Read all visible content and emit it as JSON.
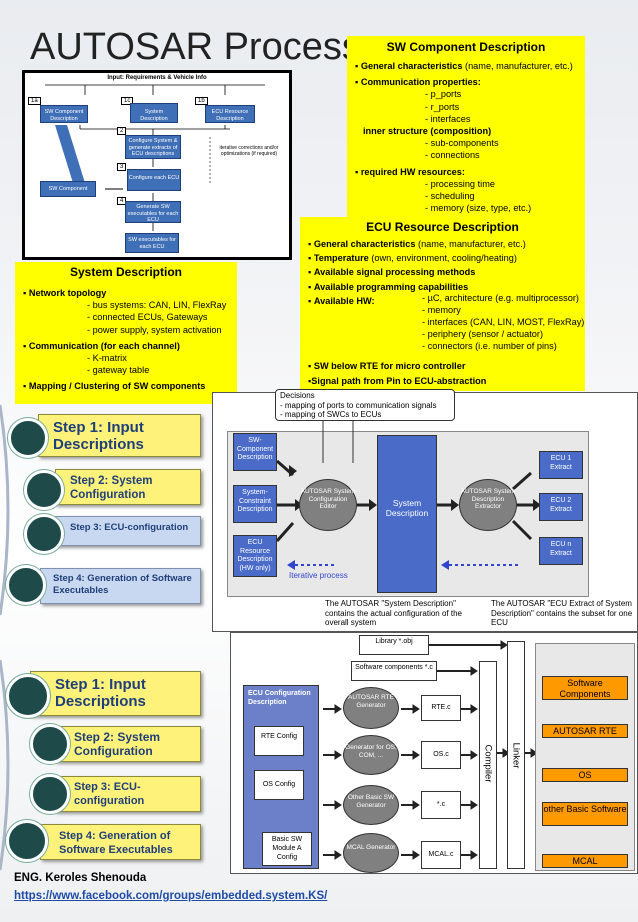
{
  "title": "AUTOSAR Process",
  "swc": {
    "title": "SW Component Description",
    "b1": "General characteristics",
    "b1_rest": "(name, manufacturer, etc.)",
    "b2": "Communication properties:",
    "comm_items": [
      "- p_ports",
      "- r_ports",
      "- interfaces"
    ],
    "inner": "inner structure (composition)",
    "inner_items": [
      "- sub-components",
      "- connections"
    ],
    "b3": "required HW resources:",
    "hw_items": [
      "- processing time",
      "- scheduling",
      "- memory (size, type, etc.)"
    ]
  },
  "ecu": {
    "title": "ECU Resource Description",
    "b1": "General characteristics",
    "b1_rest": "(name, manufacturer, etc.)",
    "b2": "Temperature",
    "b2_rest": "(own, environment, cooling/heating)",
    "b3": "Available signal processing methods",
    "b4": "Available programming capabilities",
    "b5": "Available HW:",
    "hw_items": [
      "- µC, architecture (e.g. multiprocessor)",
      "- memory",
      "- interfaces (CAN, LIN, MOST, FlexRay)",
      "- periphery (sensor / actuator)",
      "- connectors (i.e. number of pins)"
    ],
    "b6": "SW below RTE for micro controller",
    "b7": "Signal path from Pin to ECU-abstraction"
  },
  "sys": {
    "title": "System Description",
    "b1": "Network topology",
    "net_items": [
      "- bus systems: CAN, LIN, FlexRay",
      "- connected ECUs, Gateways",
      "- power supply, system activation"
    ],
    "b2": "Communication (for each channel)",
    "comm_items": [
      "- K-matrix",
      "- gateway table"
    ],
    "b3": "Mapping / Clustering of SW components"
  },
  "flow": {
    "header": "Input: Requirements & Vehicle Info",
    "n1a": "1a",
    "n1c": "1c",
    "n1b": "1b",
    "n2": "2",
    "n3": "3",
    "n4": "4",
    "swc_desc": "SW Component Description",
    "sys_desc": "System Description",
    "ecu_res": "ECU Resource Description",
    "configure_system": "Configure System & generate extracts of ECU descriptions",
    "configure_ecu": "Configure each ECU",
    "generate": "Generate SW executables for each ECU",
    "sw_component": "SW Component",
    "sw_exec": "SW executables for each ECU",
    "iterative": "iterative corrections and/or optimizations (if required)"
  },
  "steps1": [
    "Step 1: Input Descriptions",
    "Step 2: System Configuration",
    "Step 3: ECU-configuration",
    "Step 4: Generation of Software Executables"
  ],
  "steps2": [
    "Step 1: Input Descriptions",
    "Step 2: System Configuration",
    "Step 3: ECU-configuration",
    "Step 4: Generation of Software Executables"
  ],
  "mid": {
    "decisions": "Decisions",
    "decision_items": [
      "- mapping of ports to communication signals",
      "- mapping of SWCs to ECUs"
    ],
    "swc_desc": "SW-Component Description",
    "sys_constraint": "System-Constraint Description",
    "ecu_res": "ECU Resource Description (HW only)",
    "editor": "AUTOSAR System Configuration Editor",
    "system_desc": "System Description",
    "extractor": "AUTOSAR System Description Extractor",
    "ecu1": "ECU 1 Extract",
    "ecu2": "ECU 2 Extract",
    "ecun": "ECU n Extract",
    "iterative": "Iterative process",
    "caption_left": "The AUTOSAR \"System Description\" contains the actual configuration of the overall system",
    "caption_right": "The AUTOSAR \"ECU Extract of System Description\" contains the subset for one ECU"
  },
  "bottom": {
    "library": "Library *.obj",
    "swcomps": "Software components *.c",
    "ecu_conf": "ECU Configuration Description",
    "rte_config": "RTE Config",
    "os_config": "OS Config",
    "basic_sw": "Basic SW Module A Config",
    "rte_gen": "AUTOSAR RTE Generator",
    "os_gen": "Generator for OS, COM, ...",
    "other_gen": "Other Basic SW Generator",
    "mcal_gen": "MCAL Generator",
    "rte_c": "RTE.c",
    "os_c": "OS.c",
    "star_c": "*.c",
    "mcal_c": "MCAL.c",
    "compiler": "Compiler",
    "linker": "Linker",
    "out1": "Software Components",
    "out2": "AUTOSAR RTE",
    "out3": "OS",
    "out4": "other Basic Software",
    "out5": "MCAL"
  },
  "footer": {
    "author": "ENG. Keroles Shenouda",
    "url": "https://www.facebook.com/groups/embedded.system.KS/"
  }
}
